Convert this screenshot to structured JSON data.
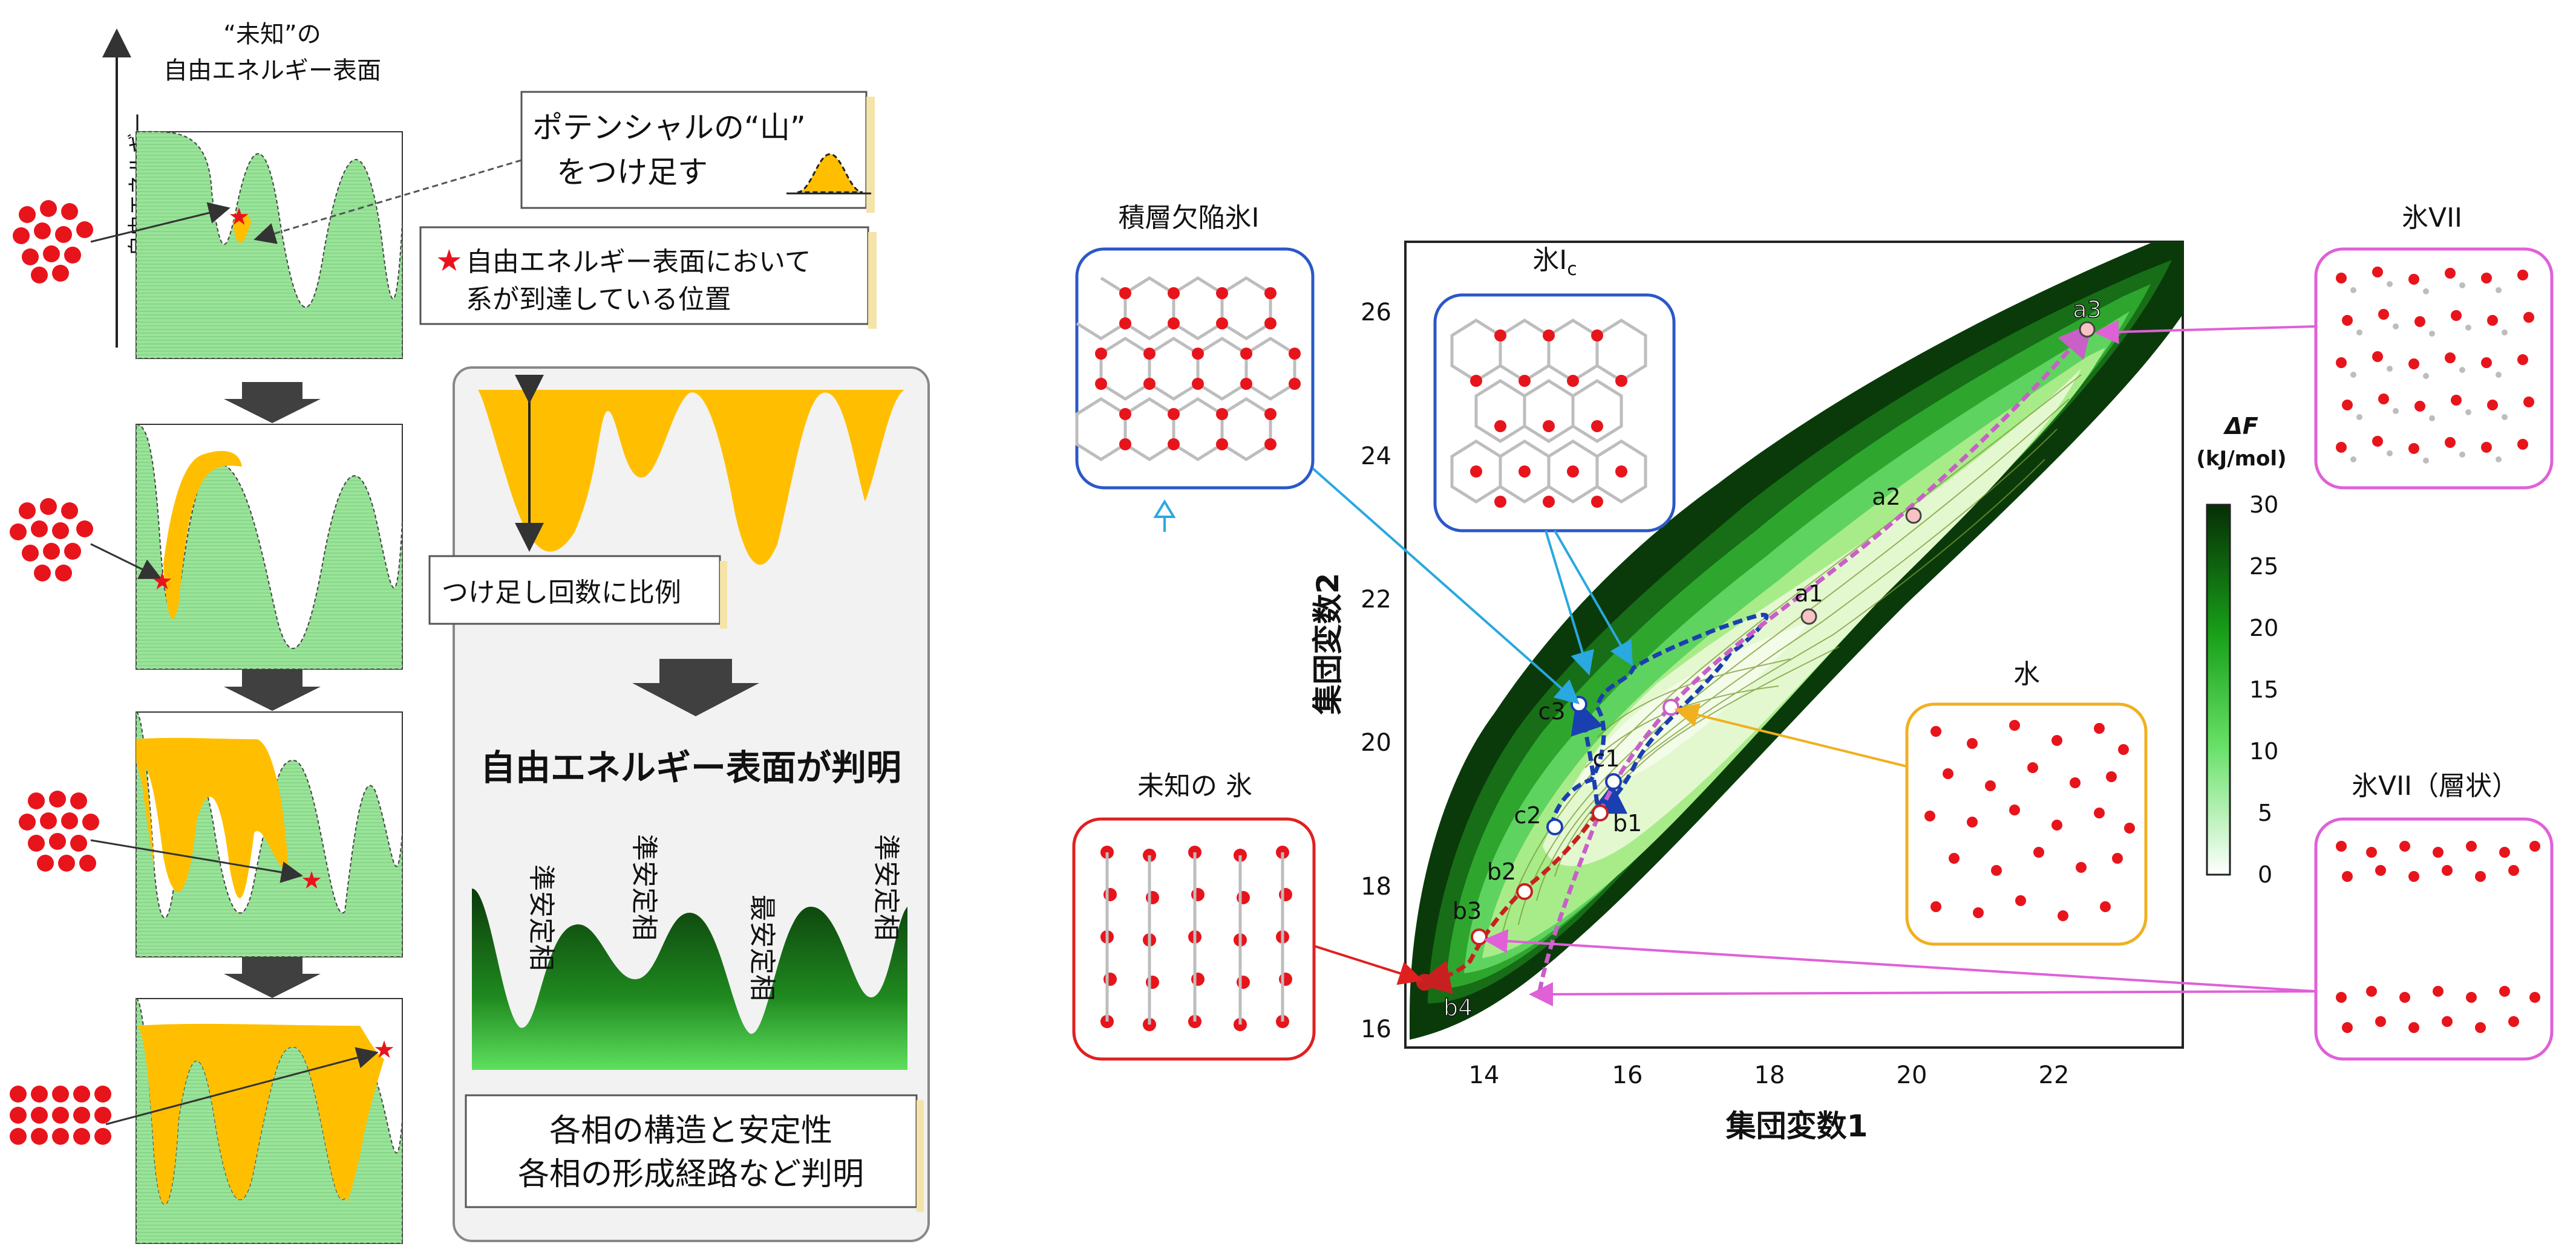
{
  "left": {
    "unknown_surface_title_1": "“未知”の",
    "unknown_surface_title_2": "自由エネルギー表面",
    "y_axis_label": "自由エネルギー",
    "callout_add_hill_1": "ポテンシャルの“山”",
    "callout_add_hill_2": "をつけ足す",
    "legend_star_1": "自由エネルギー表面において",
    "legend_star_2": "系が到達している位置",
    "proportional_label": "つけ足し回数に比例",
    "result_heading": "自由エネルギー表面が判明",
    "phase_labels": [
      "準安定相",
      "準安定相",
      "最安定相",
      "準安定相"
    ],
    "conclusion_1": "各相の構造と安定性",
    "conclusion_2": "各相の形成経路など判明"
  },
  "colors": {
    "fill_green": "#9ae39a",
    "hill_orange": "#ffbf00",
    "star_red": "#e8141c",
    "molecule_red": "#e8141c",
    "dark_arrow": "#404040",
    "path_blue": "#1a3fb0",
    "path_pink": "#c860c8",
    "path_red": "#c82020",
    "box_blue": "#2b58c8",
    "box_red": "#e02020",
    "box_pink": "#e060d8",
    "box_orange": "#f0b020"
  },
  "chart_data": {
    "type": "heatmap",
    "xlabel": "集団変数1",
    "ylabel": "集団変数2",
    "xlim": [
      12.9,
      23.8
    ],
    "ylim": [
      15.8,
      27.0
    ],
    "x_ticks": [
      14,
      16,
      18,
      20,
      22
    ],
    "y_ticks": [
      16,
      18,
      20,
      22,
      24,
      26
    ],
    "colorbar": {
      "title_1": "ΔF",
      "title_2": "(kJ/mol)",
      "ticks": [
        0,
        5,
        10,
        15,
        20,
        25,
        30
      ],
      "range": [
        0,
        30
      ]
    },
    "points": [
      {
        "label": "a3",
        "x": 22.6,
        "y": 25.8
      },
      {
        "label": "a2",
        "x": 20.0,
        "y": 23.2
      },
      {
        "label": "a1",
        "x": 18.3,
        "y": 21.5
      },
      {
        "label": "c3",
        "x": 15.3,
        "y": 20.4
      },
      {
        "label": "c1",
        "x": 15.8,
        "y": 19.4
      },
      {
        "label": "c2",
        "x": 14.9,
        "y": 18.8
      },
      {
        "label": "b1",
        "x": 15.6,
        "y": 19.0
      },
      {
        "label": "b2",
        "x": 14.6,
        "y": 17.9
      },
      {
        "label": "b3",
        "x": 13.9,
        "y": 17.3
      },
      {
        "label": "b4",
        "x": 13.3,
        "y": 16.6
      }
    ],
    "structure_labels": {
      "stacking_fault": "積層欠陥氷I",
      "ice_ic_main": "氷I",
      "ice_ic_sub": "c",
      "ice_vii": "氷VII",
      "water": "水",
      "unknown_ice": "未知の 氷",
      "ice_vii_layered": "氷VII（層状）"
    }
  }
}
